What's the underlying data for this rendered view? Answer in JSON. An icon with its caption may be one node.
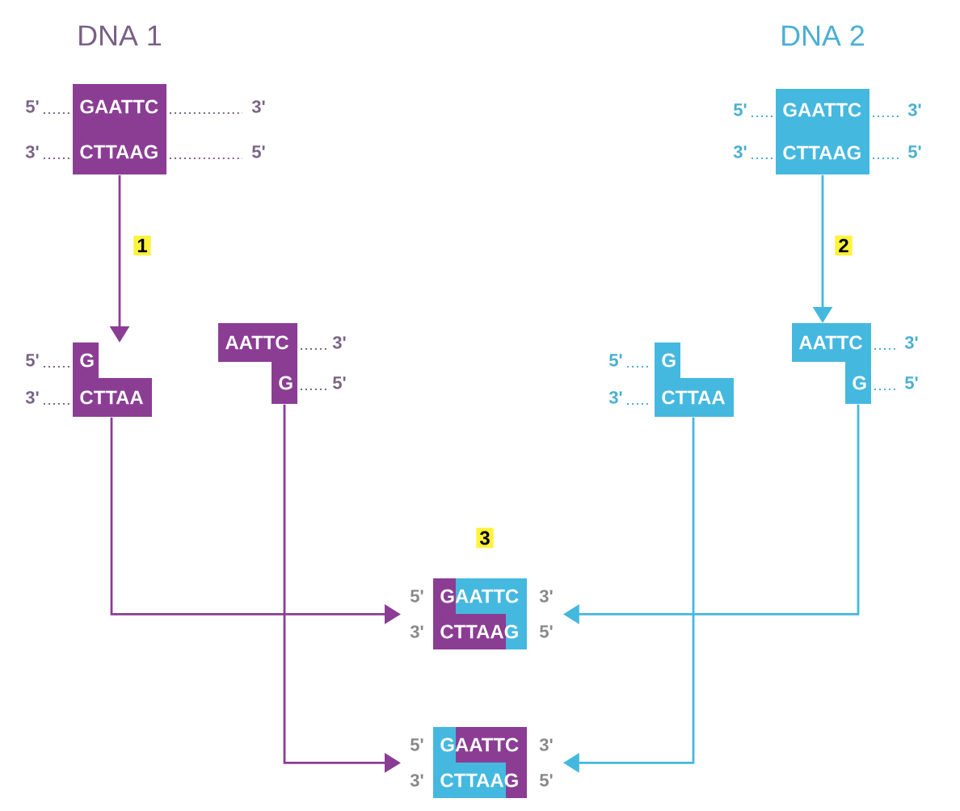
{
  "diagram": {
    "nodes": [
      {
        "text": [
          "DNA 1",
          "GAATTC",
          "CTTAAG"
        ],
        "beside": [
          "5'",
          "3'",
          "3'",
          "5'"
        ]
      },
      {
        "text": [
          "DNA 2",
          "GAATTC",
          "CTTAAG"
        ],
        "beside": [
          "5'",
          "3'",
          "3'",
          "5'"
        ]
      },
      {
        "text": [
          "G",
          "CTTAA"
        ],
        "beside": [
          "5'",
          "3'"
        ]
      },
      {
        "text": [
          "AATTC",
          "G"
        ],
        "beside": [
          "3'",
          "5'"
        ]
      },
      {
        "text": [
          "G",
          "CTTAA"
        ],
        "beside": [
          "5'",
          "3'"
        ]
      },
      {
        "text": [
          "AATTC",
          "G"
        ],
        "beside": [
          "3'",
          "5'"
        ]
      },
      {
        "text": [
          "GAATTC",
          "CTTAAG"
        ],
        "beside": [
          "5'",
          "3'",
          "3'",
          "5'"
        ]
      },
      {
        "text": [
          "GAATTC",
          "CTTAAG"
        ],
        "beside": [
          "5'",
          "3'",
          "3'",
          "5'"
        ]
      }
    ],
    "edges": [
      {
        "from": 0,
        "to": 2,
        "arrow": "to",
        "label": "1",
        "color": "#8b3d94"
      },
      {
        "from": 1,
        "to": 5,
        "arrow": "to",
        "label": "2",
        "color": "#45b8e0"
      },
      {
        "from": 2,
        "to": 6,
        "arrow": "to",
        "color": "#8b3d94"
      },
      {
        "from": 3,
        "to": 7,
        "arrow": "to",
        "color": "#8b3d94"
      },
      {
        "from": 4,
        "to": 7,
        "arrow": "to",
        "color": "#45b8e0"
      },
      {
        "from": 5,
        "to": 6,
        "arrow": "to",
        "color": "#45b8e0"
      }
    ],
    "labels": [
      "3"
    ]
  }
}
